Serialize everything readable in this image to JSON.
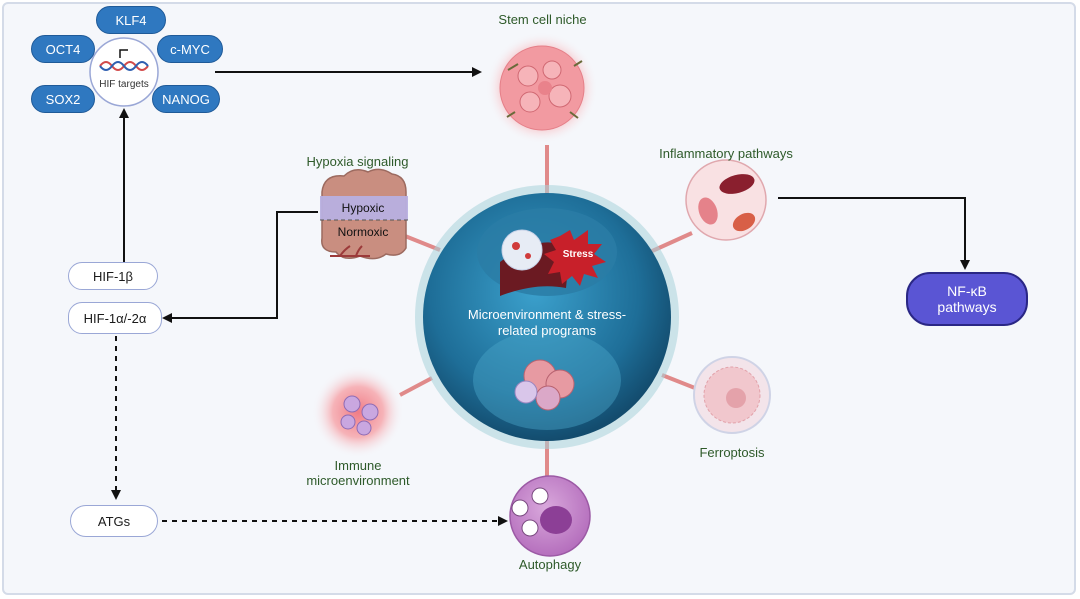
{
  "transcription_factors": [
    "KLF4",
    "OCT4",
    "c-MYC",
    "SOX2",
    "NANOG"
  ],
  "hif_targets_label": "HIF targets",
  "labels": {
    "stem_cell_niche": "Stem cell niche",
    "hypoxia_signaling": "Hypoxia signaling",
    "hypoxic": "Hypoxic",
    "normoxic": "Normoxic",
    "inflammatory_pathways": "Inflammatory pathways",
    "immune_microenvironment_line1": "Immune",
    "immune_microenvironment_line2": "microenvironment",
    "ferroptosis": "Ferroptosis",
    "autophagy": "Autophagy",
    "stress": "Stress",
    "center_line1": "Microenvironment & stress-",
    "center_line2": "related programs"
  },
  "nodes": {
    "hif1b": "HIF-1β",
    "hif1a": "HIF-1α/-2α",
    "atgs": "ATGs",
    "nfkb_line1": "NF-κB",
    "nfkb_line2": "pathways"
  },
  "colors": {
    "tf_fill": "#2f78c0",
    "center_circle": "#1f6f9c",
    "spoke": "#e08a8a",
    "nfkb_fill": "#5a55d4",
    "label_green": "#2e5a2a"
  }
}
